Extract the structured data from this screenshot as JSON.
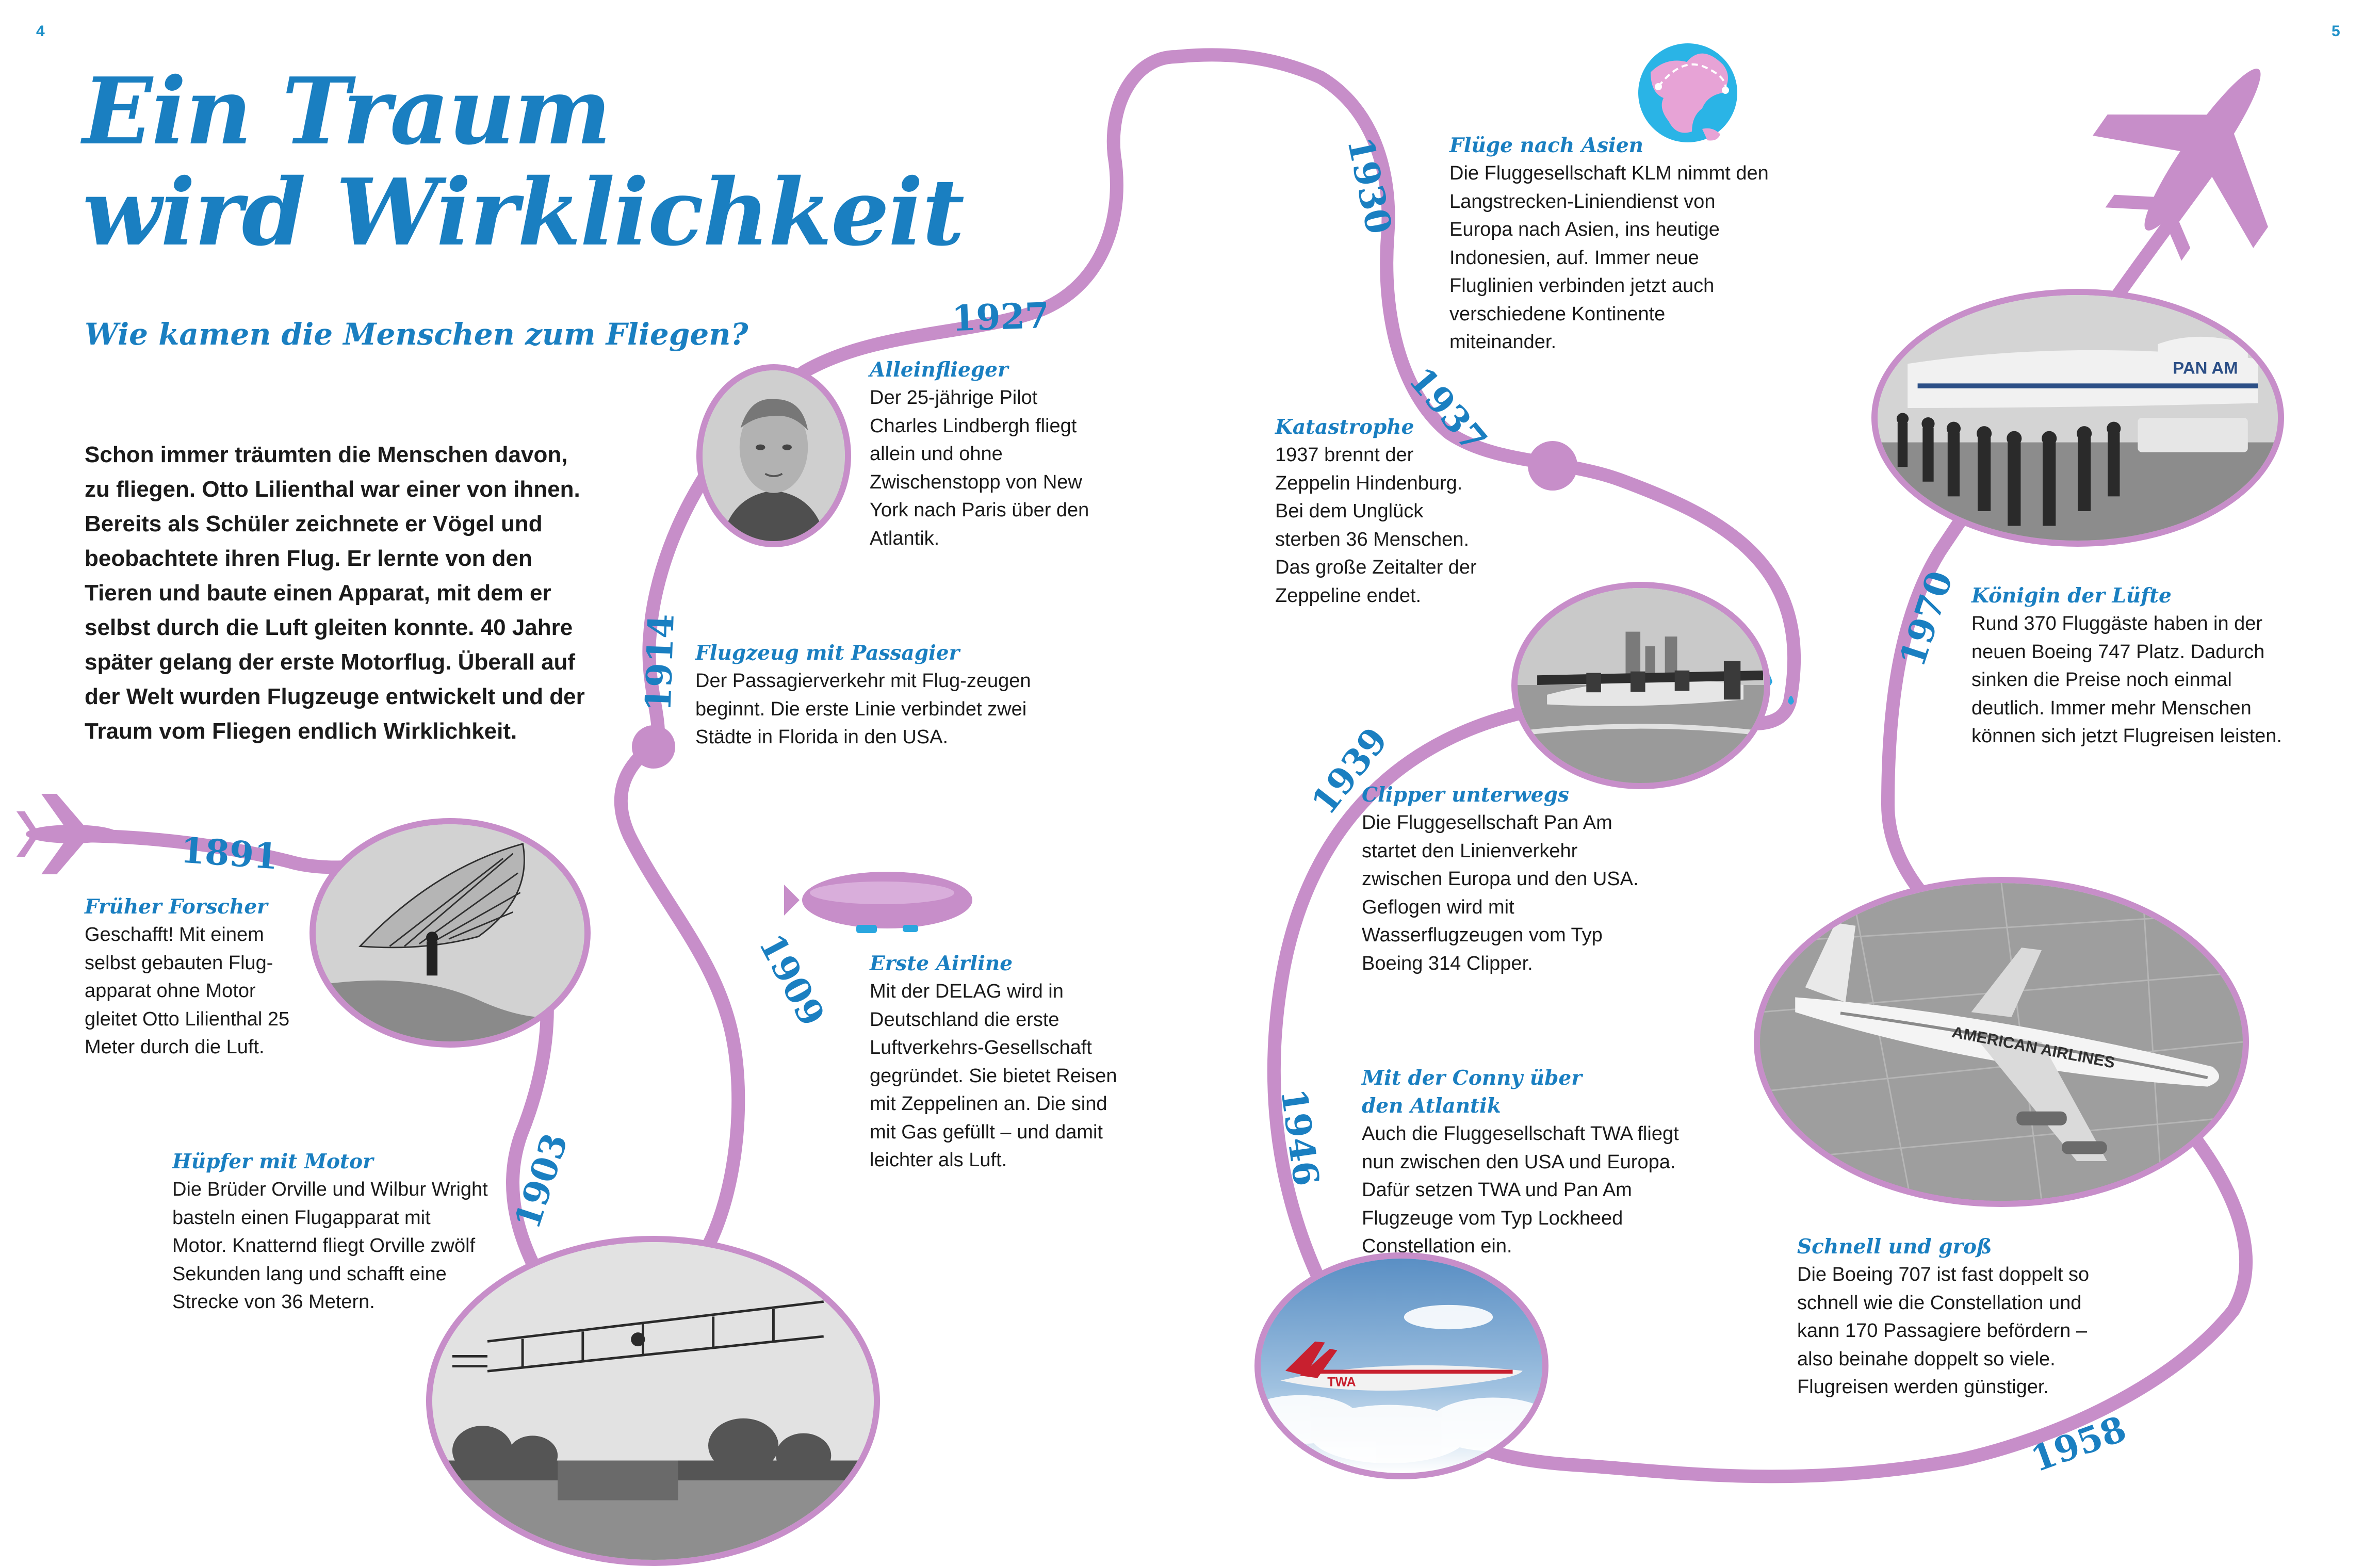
{
  "page_numbers": {
    "left": "4",
    "right": "5"
  },
  "title": {
    "line1": "Ein Traum",
    "line2": "wird Wirklichkeit"
  },
  "subtitle": "Wie kamen die Menschen zum Fliegen?",
  "intro": "Schon immer träumten die Menschen davon, zu fliegen. Otto Lilienthal war einer von ihnen. Bereits als Schüler zeichnete er Vögel und beobachtete ihren Flug. Er lernte von den Tieren und baute einen Apparat, mit dem er selbst durch die Luft gleiten konnte. 40 Jahre später gelang der erste Motorflug. Überall auf der Welt wurden Flugzeuge entwickelt und der Traum vom Fliegen endlich Wirklichkeit.",
  "timeline": [
    {
      "year": "1891",
      "heading": [
        "Früher Forscher"
      ],
      "body": "Geschafft! Mit einem selbst gebauten Flug-apparat ohne Motor gleitet Otto Lilienthal 25 Meter durch die Luft."
    },
    {
      "year": "1903",
      "heading": [
        "Hüpfer mit Motor"
      ],
      "body": "Die Brüder Orville und Wilbur Wright basteln einen Flugapparat mit Motor. Knatternd fliegt Orville zwölf Sekunden lang und schafft eine Strecke von 36 Metern."
    },
    {
      "year": "1909",
      "heading": [
        "Erste Airline"
      ],
      "body": "Mit der DELAG wird in Deutschland die erste Luftverkehrs-Gesellschaft gegründet. Sie bietet Reisen mit Zeppelinen an. Die sind mit Gas gefüllt – und damit leichter als Luft."
    },
    {
      "year": "1914",
      "heading": [
        "Flugzeug mit Passagier"
      ],
      "body": "Der Passagierverkehr mit Flug-zeugen beginnt. Die erste Linie verbindet zwei Städte in Florida in den USA."
    },
    {
      "year": "1927",
      "heading": [
        "Alleinflieger"
      ],
      "body": "Der 25-jährige Pilot Charles Lindbergh fliegt allein und ohne Zwischenstopp von New York nach Paris über den Atlantik."
    },
    {
      "year": "1930",
      "heading": [
        "Flüge nach Asien"
      ],
      "body": "Die Fluggesellschaft KLM nimmt den Langstrecken-Liniendienst von Europa nach Asien, ins heutige Indonesien, auf. Immer neue Fluglinien verbinden jetzt auch verschiedene Kontinente miteinander."
    },
    {
      "year": "1937",
      "heading": [
        "Katastrophe"
      ],
      "body": "1937 brennt der Zeppelin Hindenburg. Bei dem Unglück sterben 36 Menschen. Das große Zeitalter der Zeppeline endet."
    },
    {
      "year": "1939",
      "heading": [
        "Clipper unterwegs"
      ],
      "body": "Die Fluggesellschaft Pan Am startet den Linienverkehr zwischen Europa und den USA. Geflogen wird mit Wasserflugzeugen vom Typ Boeing 314 Clipper."
    },
    {
      "year": "1946",
      "heading": [
        "Mit der Conny über",
        "den Atlantik"
      ],
      "body": "Auch die Fluggesellschaft TWA fliegt nun zwischen den USA und Europa. Dafür setzen TWA und Pan Am Flugzeuge vom Typ Lockheed Constellation ein."
    },
    {
      "year": "1958",
      "heading": [
        "Schnell und groß"
      ],
      "body": "Die Boeing 707 ist fast doppelt so schnell wie die Constellation und kann 170 Passagiere befördern – also beinahe doppelt so viele. Flugreisen werden günstiger."
    },
    {
      "year": "1970",
      "heading": [
        "Königin der Lüfte"
      ],
      "body": "Rund 370 Fluggäste haben in der neuen Boeing 747 Platz. Dadurch sinken die Preise noch einmal deutlich. Immer mehr Menschen können sich jetzt Flugreisen leisten."
    }
  ],
  "photo_labels": {
    "panam": "PAN AM",
    "american": "AMERICAN AIRLINES",
    "twa": "TWA"
  },
  "colors": {
    "accent": "#1a7fc1",
    "path": "#c78ec9",
    "text": "#1b1b1b",
    "page_number": "#1e90c8"
  }
}
